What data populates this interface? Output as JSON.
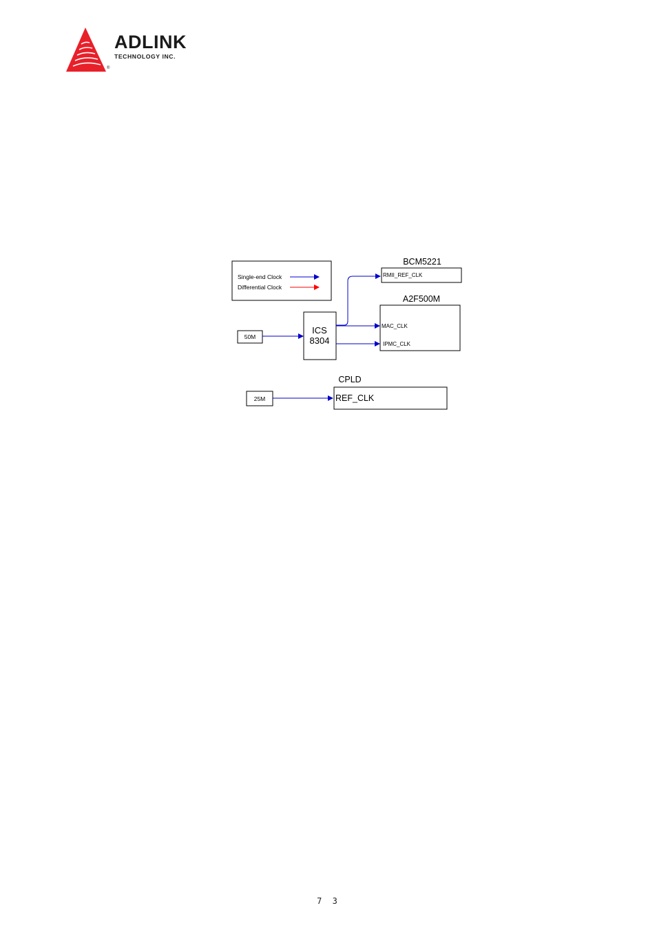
{
  "header": {
    "logo_word": "ADLINK",
    "logo_sub": "TECHNOLOGY INC.",
    "logo_reg": "®",
    "brand_color": "#e8202a"
  },
  "legend": {
    "single_end_label": "Single-end Clock",
    "differential_label": "Differential Clock",
    "single_end_color": "#0000cc",
    "differential_color": "#ff0000"
  },
  "sources": {
    "osc_50": "50M",
    "osc_25": "25M"
  },
  "clock_chip": {
    "line1": "ICS",
    "line2": "8304"
  },
  "targets": {
    "bcm": {
      "title": "BCM5221",
      "pin": "RMII_REF_CLK"
    },
    "a2f": {
      "title": "A2F500M",
      "pin_mac": "MAC_CLK",
      "pin_ipmc": "IPMC_CLK"
    },
    "cpld": {
      "title": "CPLD",
      "pin": "REF_CLK"
    }
  },
  "footer": {
    "page_number": "7 3"
  }
}
